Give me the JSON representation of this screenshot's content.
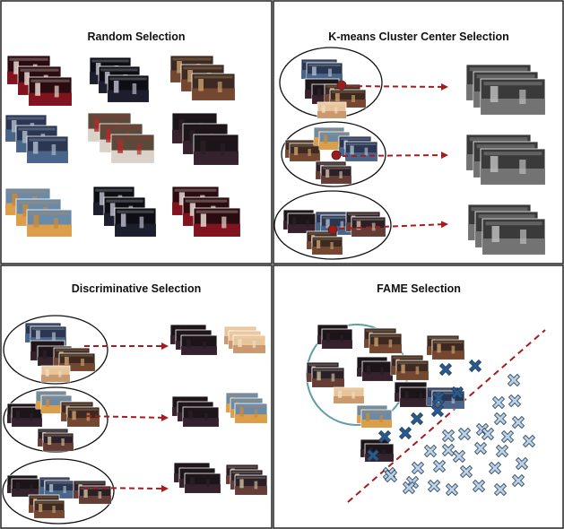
{
  "panels": [
    {
      "id": "random",
      "title": "Random Selection"
    },
    {
      "id": "kmeans",
      "title": "K-means Cluster Center Selection"
    },
    {
      "id": "discriminative",
      "title": "Discriminative Selection"
    },
    {
      "id": "fame",
      "title": "FAME Selection"
    }
  ],
  "colors": {
    "arrow": "#a61c1c",
    "circle_stroke": "#111111",
    "fame_circle": "#5f9ea8",
    "marker_dark": "#2a5b8e",
    "marker_light": "#bcd0e6"
  }
}
